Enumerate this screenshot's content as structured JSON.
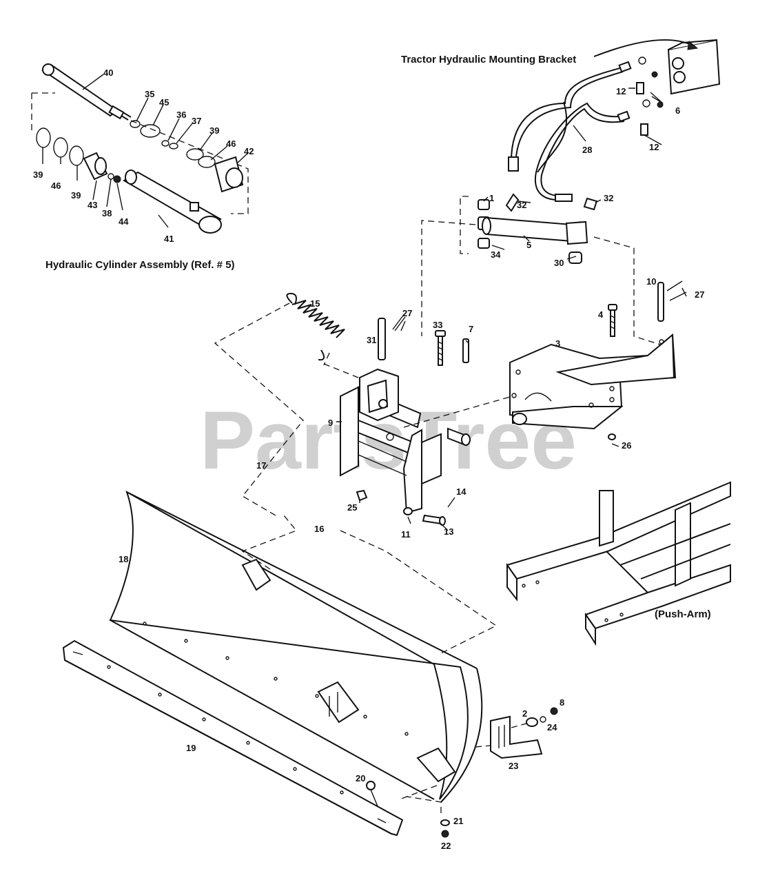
{
  "watermark": "PartsTree",
  "titles": {
    "mount_bracket": "Tractor Hydraulic Mounting Bracket",
    "cylinder_assembly": "Hydraulic Cylinder Assembly (Ref. # 5)",
    "push_arm": "(Push-Arm)"
  },
  "callouts": [
    {
      "id": "c40a",
      "text": "40"
    },
    {
      "id": "c35",
      "text": "35"
    },
    {
      "id": "c45",
      "text": "45"
    },
    {
      "id": "c36",
      "text": "36"
    },
    {
      "id": "c37",
      "text": "37"
    },
    {
      "id": "c39a",
      "text": "39"
    },
    {
      "id": "c46a",
      "text": "46"
    },
    {
      "id": "c42",
      "text": "42"
    },
    {
      "id": "c39b",
      "text": "39"
    },
    {
      "id": "c46b",
      "text": "46"
    },
    {
      "id": "c39c",
      "text": "39"
    },
    {
      "id": "c43",
      "text": "43"
    },
    {
      "id": "c38",
      "text": "38"
    },
    {
      "id": "c44",
      "text": "44"
    },
    {
      "id": "c41",
      "text": "41"
    },
    {
      "id": "c12a",
      "text": "12"
    },
    {
      "id": "c6",
      "text": "6"
    },
    {
      "id": "c12b",
      "text": "12"
    },
    {
      "id": "c28",
      "text": "28"
    },
    {
      "id": "c1",
      "text": "1"
    },
    {
      "id": "c32a",
      "text": "32"
    },
    {
      "id": "c32b",
      "text": "32"
    },
    {
      "id": "c5",
      "text": "5"
    },
    {
      "id": "c34",
      "text": "34"
    },
    {
      "id": "c30",
      "text": "30"
    },
    {
      "id": "c10",
      "text": "10"
    },
    {
      "id": "c27a",
      "text": "27"
    },
    {
      "id": "c15",
      "text": "15"
    },
    {
      "id": "c27b",
      "text": "27"
    },
    {
      "id": "c33",
      "text": "33"
    },
    {
      "id": "c7",
      "text": "7"
    },
    {
      "id": "c31",
      "text": "31"
    },
    {
      "id": "c4",
      "text": "4"
    },
    {
      "id": "c3",
      "text": "3"
    },
    {
      "id": "c9",
      "text": "9"
    },
    {
      "id": "c26",
      "text": "26"
    },
    {
      "id": "c17",
      "text": "17"
    },
    {
      "id": "c14",
      "text": "14"
    },
    {
      "id": "c25",
      "text": "25"
    },
    {
      "id": "c16",
      "text": "16"
    },
    {
      "id": "c11",
      "text": "11"
    },
    {
      "id": "c13",
      "text": "13"
    },
    {
      "id": "c18",
      "text": "18"
    },
    {
      "id": "c8",
      "text": "8"
    },
    {
      "id": "c2",
      "text": "2"
    },
    {
      "id": "c24",
      "text": "24"
    },
    {
      "id": "c19",
      "text": "19"
    },
    {
      "id": "c23",
      "text": "23"
    },
    {
      "id": "c20",
      "text": "20"
    },
    {
      "id": "c21",
      "text": "21"
    },
    {
      "id": "c22",
      "text": "22"
    }
  ]
}
